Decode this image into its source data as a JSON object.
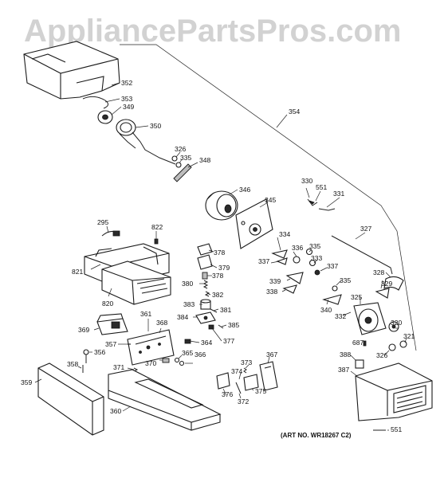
{
  "watermark": "AppliancePartsPros.com",
  "art_number": "(ART NO. WR18267 C2)",
  "labels": {
    "p352": "352",
    "p353": "353",
    "p349": "349",
    "p350": "350",
    "p354": "354",
    "p326a": "326",
    "p335a": "335",
    "p348": "348",
    "p346": "346",
    "p330": "330",
    "p551a": "551",
    "p331": "331",
    "p345": "345",
    "p327": "327",
    "p295": "295",
    "p822": "822",
    "p821": "821",
    "p820": "820",
    "p334": "334",
    "p337a": "337",
    "p336": "336",
    "p335b": "335",
    "p333": "333",
    "p337b": "337",
    "p328": "328",
    "p339": "339",
    "p338": "338",
    "p335c": "335",
    "p329": "329",
    "p325": "325",
    "p340": "340",
    "p332": "332",
    "p378a": "378",
    "p379": "379",
    "p378b": "378",
    "p380": "380",
    "p382": "382",
    "p383": "383",
    "p381": "381",
    "p384": "384",
    "p385": "385",
    "p377": "377",
    "p364": "364",
    "p361": "361",
    "p368": "368",
    "p369": "369",
    "p357": "357",
    "p356": "356",
    "p370": "370",
    "p365": "365",
    "p366": "366",
    "p358": "358",
    "p371": "371",
    "p359": "359",
    "p360": "360",
    "p373": "373",
    "p374": "374",
    "p367": "367",
    "p376": "376",
    "p375": "375",
    "p372": "372",
    "p320": "320",
    "p321": "321",
    "p687": "687",
    "p326b": "326",
    "p388": "388",
    "p387": "387",
    "p551b": "551"
  }
}
